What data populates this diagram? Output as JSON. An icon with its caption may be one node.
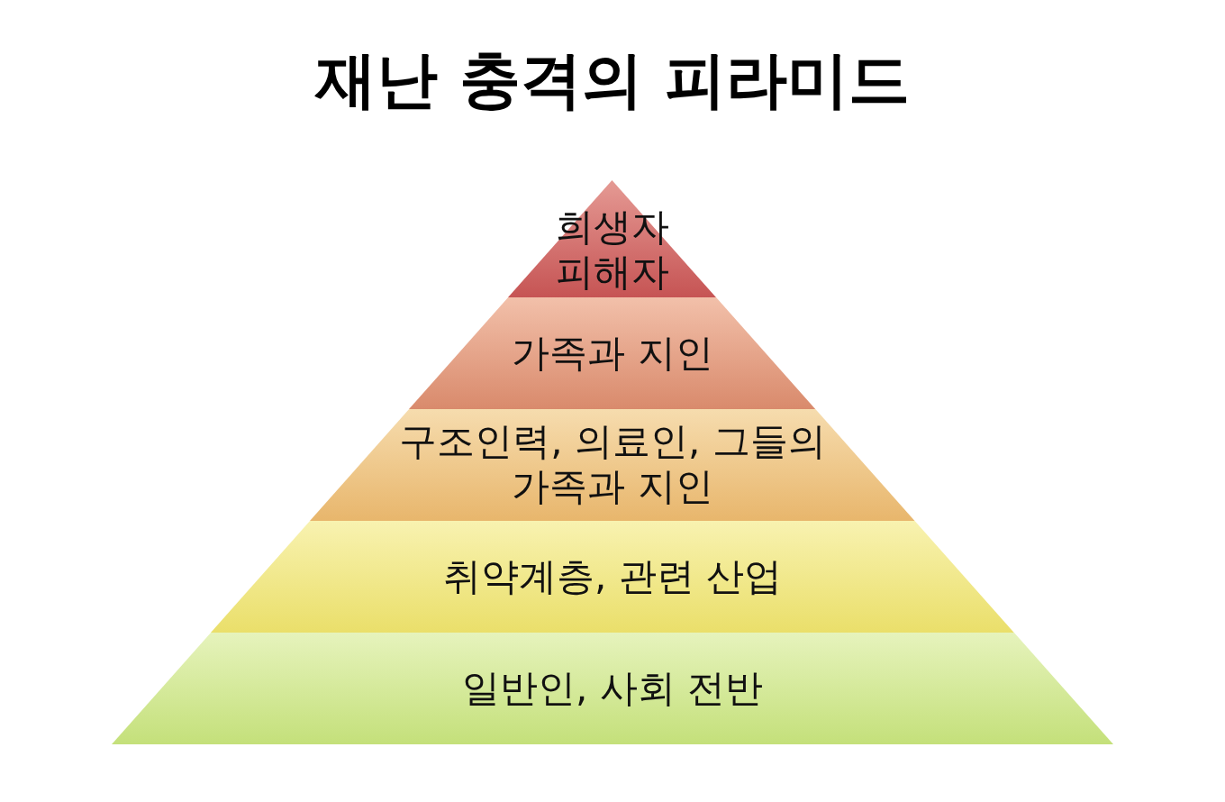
{
  "diagram": {
    "title": "재난 충격의 피라미드",
    "nodes": [
      {
        "text": [
          "희생자 피해자"
        ]
      },
      {
        "text": [
          "가족과 지인"
        ]
      },
      {
        "text": [
          "구조인력, 의료인, 그들의 가족과 지인"
        ]
      },
      {
        "text": [
          "취약계층, 관련 산업"
        ]
      },
      {
        "text": [
          "일반인, 사회 전반"
        ]
      }
    ],
    "edges": []
  }
}
